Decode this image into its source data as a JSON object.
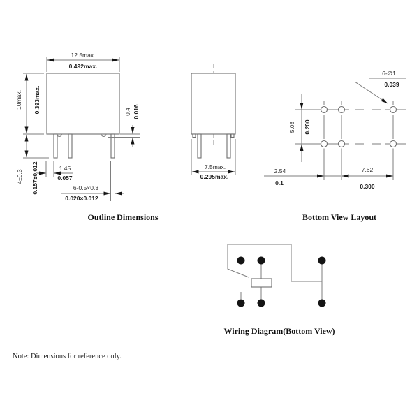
{
  "outline": {
    "title": "Outline Dimensions",
    "width_mm": "12.5max.",
    "width_in": "0.492max.",
    "height_mm": "10max.",
    "height_in": "0.393max.",
    "pin_length_mm": "4±0.3",
    "pin_length_in": "0.157±0.012",
    "standoff_mm": "0.4",
    "standoff_in": "0.016",
    "pin_offset_mm": "1.45",
    "pin_offset_in": "0.057",
    "pin_section_mm": "6-0.5×0.3",
    "pin_section_in": "0.020×0.012",
    "depth_mm": "7.5max.",
    "depth_in": "0.295max."
  },
  "bottom_view": {
    "title": "Bottom View Layout",
    "hole_mm": "6-∅1",
    "hole_in": "0.039",
    "row_pitch_mm": "5.08",
    "row_pitch_in": "0.200",
    "pitch_small_mm": "2.54",
    "pitch_small_in": "0.1",
    "pitch_large_mm": "7.62",
    "pitch_large_in": "0.300"
  },
  "wiring": {
    "title": "Wiring Diagram(Bottom View)"
  },
  "note": "Note: Dimensions for reference only.",
  "colors": {
    "line": "#7e7e7e",
    "ink": "#141414",
    "background": "#ffffff"
  }
}
